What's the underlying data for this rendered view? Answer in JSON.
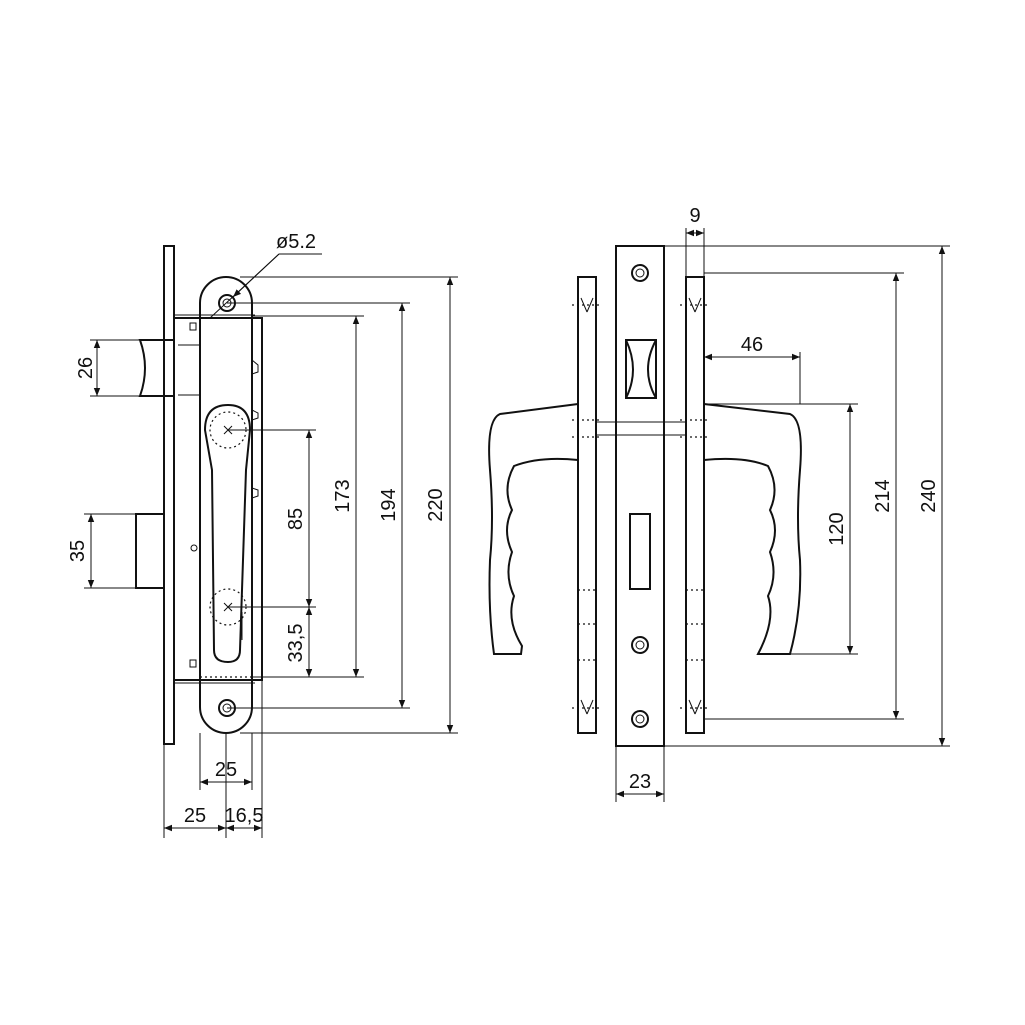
{
  "hole_diameter_label": "ø5.2",
  "left_view": {
    "dim_latch_height": "26",
    "dim_bolt_height": "35",
    "dim_handle_to_cylinder": "85",
    "dim_cylinder_offset": "33,5",
    "dim_inner_screw_span": "173",
    "dim_screw_span": "194",
    "dim_plate_height": "220",
    "dim_plate_width": "25",
    "dim_backset": "25",
    "dim_faceplate_offset": "16,5"
  },
  "right_view": {
    "dim_rose_thickness": "9",
    "dim_handle_projection": "46",
    "dim_handle_grip": "120",
    "dim_screw_span": "214",
    "dim_total_height": "240",
    "dim_plate_width": "23"
  }
}
